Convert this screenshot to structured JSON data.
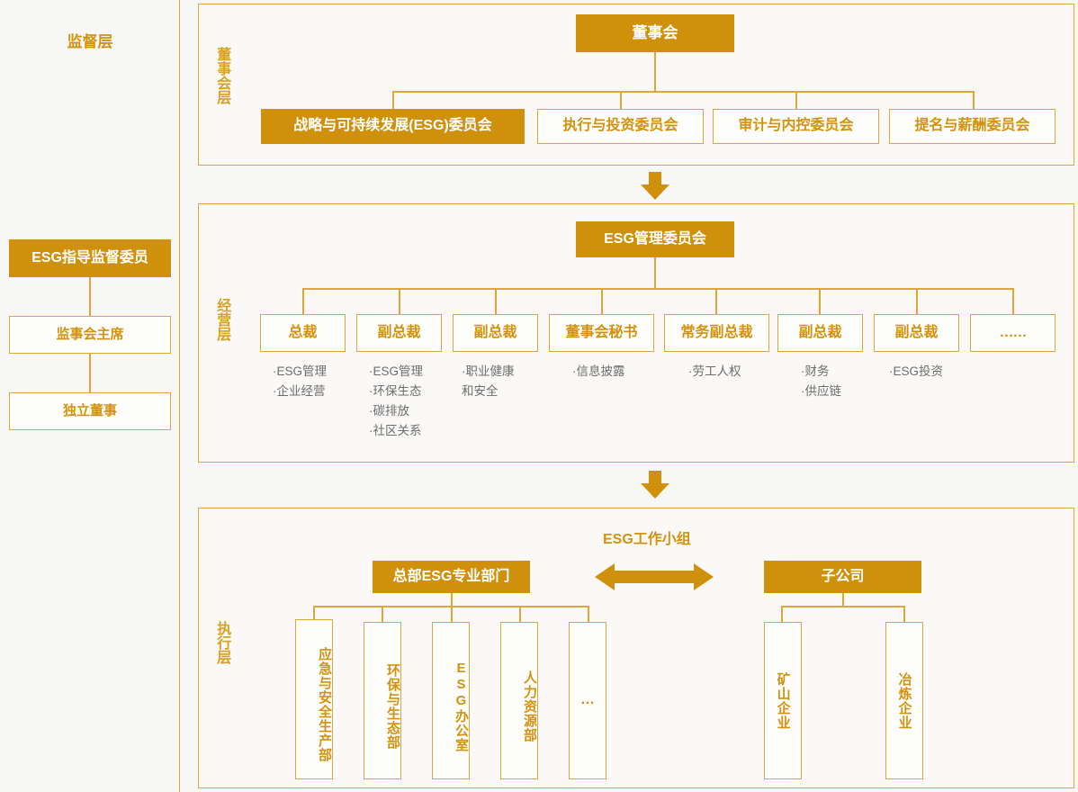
{
  "theme": {
    "gold_solid": "#cf900c",
    "gold_border": "#dda63a",
    "gold_text": "#d2920f",
    "label_gold": "#d9a021",
    "sub_text": "#6d6d6d",
    "panel_bg": "#faf9f7",
    "page_bg": "#f7f7f5"
  },
  "supervision": {
    "title": "监督层",
    "nodes": [
      {
        "label": "ESG指导监督委员",
        "style": "solid"
      },
      {
        "label": "监事会主席",
        "style": "outline"
      },
      {
        "label": "独立董事",
        "style": "outline"
      }
    ]
  },
  "board_layer": {
    "label": "董事会层",
    "root": "董事会",
    "committees": [
      {
        "label": "战略与可持续发展(ESG)委员会",
        "style": "solid"
      },
      {
        "label": "执行与投资委员会",
        "style": "outline"
      },
      {
        "label": "审计与内控委员会",
        "style": "outline"
      },
      {
        "label": "提名与薪酬委员会",
        "style": "outline"
      }
    ]
  },
  "arrow_top": {
    "name": "down-arrow",
    "direction": "down"
  },
  "management_layer": {
    "label": "经营层",
    "root": "ESG管理委员会",
    "roles": [
      {
        "title": "总裁",
        "duties": [
          "·ESG管理",
          "·企业经营"
        ]
      },
      {
        "title": "副总裁",
        "duties": [
          "·ESG管理",
          "·环保生态",
          "·碳排放",
          "·社区关系"
        ]
      },
      {
        "title": "副总裁",
        "duties": [
          "·职业健康",
          " 和安全"
        ]
      },
      {
        "title": "董事会秘书",
        "duties": [
          "·信息披露"
        ]
      },
      {
        "title": "常务副总裁",
        "duties": [
          "·劳工人权"
        ]
      },
      {
        "title": "副总裁",
        "duties": [
          "·财务",
          "·供应链"
        ]
      },
      {
        "title": "副总裁",
        "duties": [
          "·ESG投资"
        ]
      },
      {
        "title": "……",
        "duties": []
      }
    ]
  },
  "arrow_mid": {
    "name": "down-arrow",
    "direction": "down"
  },
  "execution_layer": {
    "label": "执行层",
    "title": "ESG工作小组",
    "link_arrow": "bidirectional",
    "headquarters": {
      "label": "总部ESG专业部门",
      "departments": [
        "应急与安全生产部",
        "环保与生态部",
        "ESG办公室",
        "人力资源部",
        "…"
      ]
    },
    "subsidiary": {
      "label": "子公司",
      "companies": [
        "矿山企业",
        "冶炼企业"
      ]
    }
  }
}
